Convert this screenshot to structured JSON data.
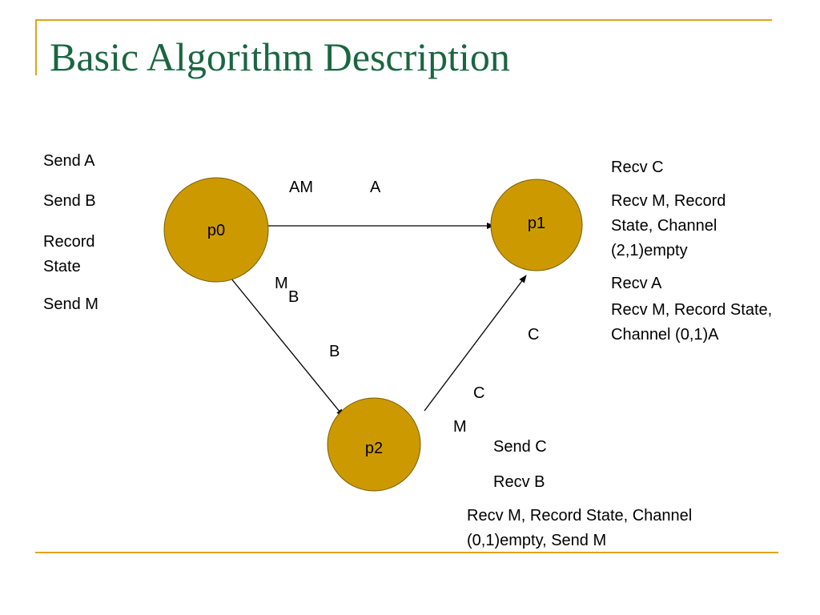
{
  "colors": {
    "title": "#1a6640",
    "accent_line": "#e0a41c",
    "node_fill": "#cc9a00"
  },
  "slide": {
    "title": "Basic Algorithm Description"
  },
  "nodes": {
    "p0": "p0",
    "p1": "p1",
    "p2": "p2"
  },
  "edge_labels": {
    "p0_p1_first": "AM",
    "p0_p1_second": "A",
    "p0_p2_m": "M",
    "p0_p2_b_upper": "B",
    "p0_p2_b_lower": "B",
    "p2_p1_c_upper": "C",
    "p2_p1_c_lower": "C",
    "p2_p1_m": "M"
  },
  "p0_actions": [
    "Send A",
    "Send B",
    "Record State",
    "Send M"
  ],
  "p1_actions": [
    "Recv C",
    "Recv M, Record State, Channel (2,1)empty",
    "Recv A",
    "Recv M, Record State, Channel (0,1)A"
  ],
  "p2_actions": [
    "Send C",
    "Recv B",
    "Recv M, Record State, Channel (0,1)empty, Send M"
  ]
}
